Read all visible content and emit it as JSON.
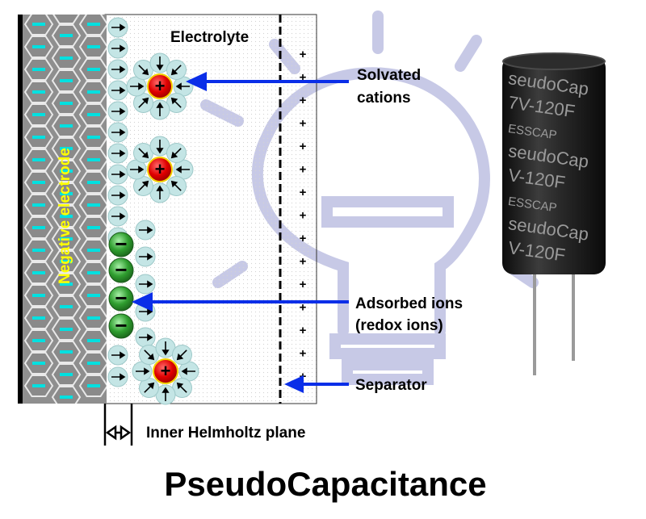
{
  "labels": {
    "electrolyte": "Electrolyte",
    "negative_electrode": "Negative electrode",
    "solvated_cations_line1": "Solvated",
    "solvated_cations_line2": "cations",
    "adsorbed_ions_line1": "Adsorbed ions",
    "adsorbed_ions_line2": "(redox ions)",
    "separator": "Separator",
    "inner_helmholtz_plane": "Inner Helmholtz plane",
    "title": "PseudoCapacitance"
  },
  "signs": {
    "cation": "+",
    "anion": "−",
    "separator_charge": "+"
  },
  "capacitor": {
    "text_lines": [
      "seudoCap",
      "7V-120F",
      "ESSCAP",
      "seudoCap",
      "V-120F",
      "ESSCAP",
      "seudoCap",
      "V-120F"
    ]
  },
  "colors": {
    "electrode": "#8f8f8f",
    "electrode_cell_edge": "#e9e9e9",
    "electrode_dash": "#00e0e0",
    "electrode_label": "#ffff00",
    "solvent": "#c4e5e5",
    "cation": "#e00000",
    "anion": "#2f9e2f",
    "pointer_arrow": "#0a2ee8",
    "watermark": "#c7c9e6",
    "electrolyte_dots": "#d2d2d2",
    "capacitor_body": "#161616",
    "capacitor_text": "#9a9a9a"
  }
}
